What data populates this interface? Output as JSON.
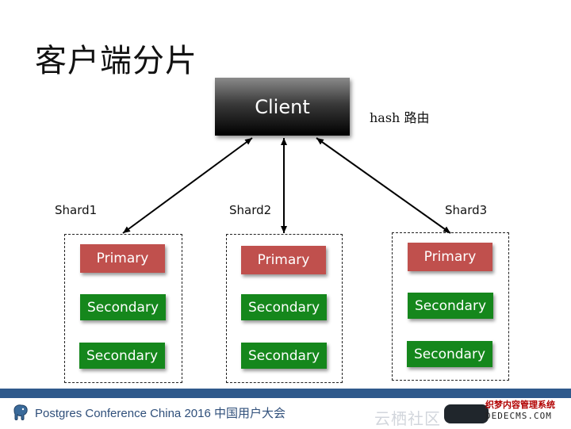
{
  "title": "客户端分片",
  "client": {
    "label": "Client"
  },
  "routing_note": "hash 路由",
  "shards": [
    {
      "label": "Shard1",
      "primary": "Primary",
      "secondaries": [
        "Secondary",
        "Secondary"
      ]
    },
    {
      "label": "Shard2",
      "primary": "Primary",
      "secondaries": [
        "Secondary",
        "Secondary"
      ]
    },
    {
      "label": "Shard3",
      "primary": "Primary",
      "secondaries": [
        "Secondary",
        "Secondary"
      ]
    }
  ],
  "colors": {
    "primary": "#c0504d",
    "secondary": "#15871c",
    "footer_band": "#2f5a8c"
  },
  "footer": {
    "text": "Postgres Conference China 2016 中国用户大会",
    "icon": "postgres-elephant-icon"
  },
  "watermark": {
    "line1": "云栖社区",
    "line2": "织梦内容管理系统",
    "line3": "DEDECMS.COM"
  }
}
